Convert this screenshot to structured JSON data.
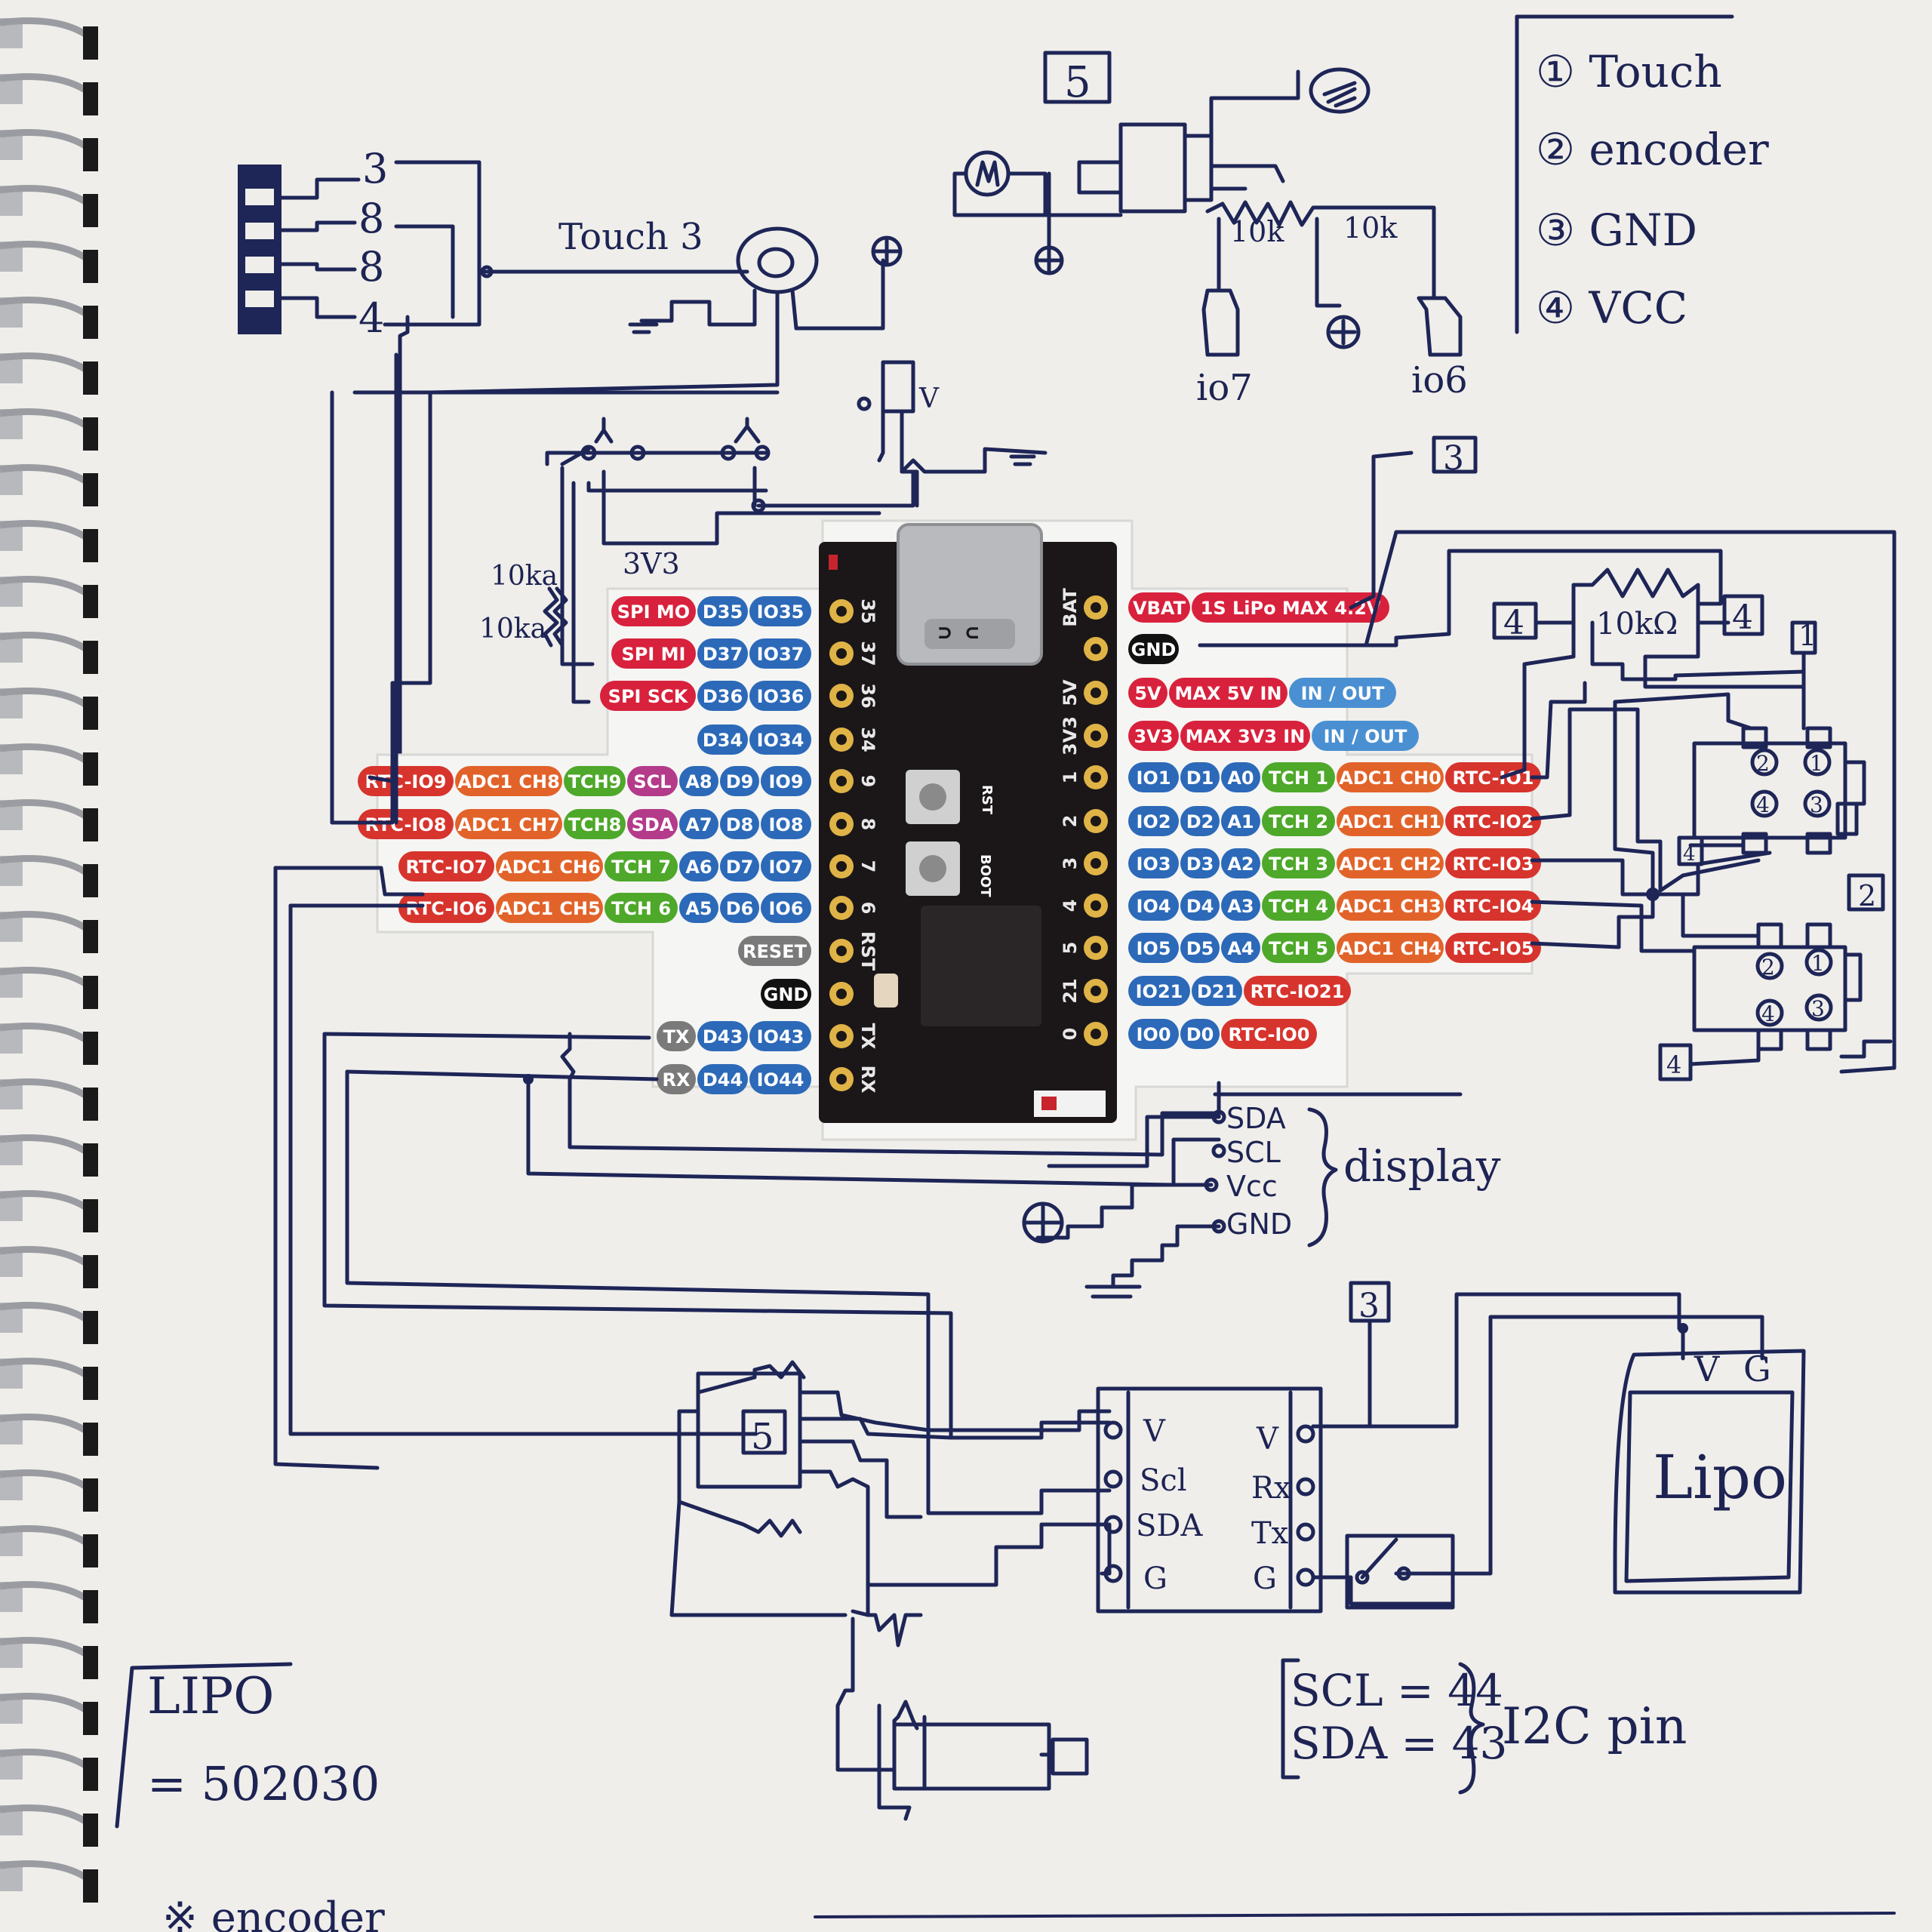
{
  "legend": {
    "items": [
      "① Touch",
      "② encoder",
      "③ GND",
      "④ VCC"
    ]
  },
  "colors": {
    "ink": "#1e2557",
    "paper": "#efeeea",
    "board": "#1b1718",
    "spi": "#d8213c",
    "gpio_blue": "#2c69b8",
    "adc": "#e2632a",
    "rtc": "#d6342d",
    "tch": "#4ea82a",
    "misc": "#7a7a7a",
    "i2c": "#b43a8a",
    "pad": "#e0b347"
  },
  "top_module": {
    "box_label": "5",
    "res_left": "10k",
    "res_right": "10k",
    "io_left": "io7",
    "io_right": "io6"
  },
  "touch": {
    "label": "Touch 3",
    "connector_pins": [
      "3",
      "8",
      "8",
      "4"
    ]
  },
  "left_power": {
    "label_3v3": "3V3",
    "res1": "10ka",
    "res2": "10ka",
    "header_v": "V"
  },
  "gnd_box_top": "3",
  "encoder_side": {
    "vcc_left": "4",
    "res": "10kΩ",
    "vcc_right": "4",
    "mark1": "1",
    "mark2": "2",
    "small4": "4",
    "pin_circles": [
      "2",
      "1",
      "4",
      "3",
      "2",
      "1",
      "4",
      "3"
    ]
  },
  "board": {
    "top_left_pins": [
      {
        "num": "35",
        "tags": [
          "SPI MO",
          "D35",
          "IO35"
        ]
      },
      {
        "num": "37",
        "tags": [
          "SPI MI",
          "D37",
          "IO37"
        ]
      },
      {
        "num": "36",
        "tags": [
          "SPI SCK",
          "D36",
          "IO36"
        ]
      },
      {
        "num": "34",
        "tags": [
          "D34",
          "IO34"
        ]
      }
    ],
    "mid_left_pins": [
      {
        "num": "9",
        "tags": [
          "RTC-IO9",
          "ADC1 CH8",
          "TCH9",
          "SCL",
          "A8",
          "D9",
          "IO9"
        ]
      },
      {
        "num": "8",
        "tags": [
          "RTC-IO8",
          "ADC1 CH7",
          "TCH8",
          "SDA",
          "A7",
          "D8",
          "IO8"
        ]
      },
      {
        "num": "7",
        "tags": [
          "RTC-IO7",
          "ADC1 CH6",
          "TCH 7",
          "A6",
          "D7",
          "IO7"
        ]
      },
      {
        "num": "6",
        "tags": [
          "RTC-IO6",
          "ADC1 CH5",
          "TCH 6",
          "A5",
          "D6",
          "IO6"
        ]
      }
    ],
    "bottom_left_pins": [
      {
        "num": "RST",
        "tags": [
          "RESET"
        ]
      },
      {
        "num": "",
        "tags": [
          "GND"
        ]
      },
      {
        "num": "TX",
        "tags": [
          "TX",
          "D43",
          "IO43"
        ]
      },
      {
        "num": "RX",
        "tags": [
          "RX",
          "D44",
          "IO44"
        ]
      }
    ],
    "right_pins": [
      {
        "num": "BAT",
        "tags": [
          "VBAT",
          "1S LiPo MAX 4.2V"
        ]
      },
      {
        "num": "",
        "tags": [
          "GND"
        ]
      },
      {
        "num": "5V",
        "tags": [
          "5V",
          "MAX 5V IN",
          "IN / OUT"
        ]
      },
      {
        "num": "3V3",
        "tags": [
          "3V3",
          "MAX 3V3 IN",
          "IN / OUT"
        ]
      },
      {
        "num": "1",
        "tags": [
          "IO1",
          "D1",
          "A0",
          "TCH 1",
          "ADC1 CH0",
          "RTC-IO1"
        ]
      },
      {
        "num": "2",
        "tags": [
          "IO2",
          "D2",
          "A1",
          "TCH 2",
          "ADC1 CH1",
          "RTC-IO2"
        ]
      },
      {
        "num": "3",
        "tags": [
          "IO3",
          "D3",
          "A2",
          "TCH 3",
          "ADC1 CH2",
          "RTC-IO3"
        ]
      },
      {
        "num": "4",
        "tags": [
          "IO4",
          "D4",
          "A3",
          "TCH 4",
          "ADC1 CH3",
          "RTC-IO4"
        ]
      },
      {
        "num": "5",
        "tags": [
          "IO5",
          "D5",
          "A4",
          "TCH 5",
          "ADC1 CH4",
          "RTC-IO5"
        ]
      },
      {
        "num": "21",
        "tags": [
          "IO21",
          "D21",
          "RTC-IO21"
        ]
      },
      {
        "num": "0",
        "tags": [
          "IO0",
          "D0",
          "RTC-IO0"
        ]
      }
    ],
    "btn_rst": "RST",
    "btn_boot": "BOOT"
  },
  "display": {
    "label": "display",
    "pins": [
      "SDA",
      "SCL",
      "Vcc",
      "GND"
    ]
  },
  "bottom_module": {
    "box_label": "5",
    "left_pins": [
      "V",
      "Scl",
      "SDA",
      "G"
    ],
    "right_pins": [
      "V",
      "Rx",
      "Tx",
      "G"
    ],
    "gnd_box": "3"
  },
  "lipo": {
    "label": "Lipo",
    "v": "V",
    "g": "G"
  },
  "notes": {
    "lipo_title": "LIPO",
    "lipo_value": "= 502030",
    "i2c_scl": "SCL = 44",
    "i2c_sda": "SDA = 43",
    "i2c_label": "I2C pin",
    "footer": "※ encoder"
  }
}
